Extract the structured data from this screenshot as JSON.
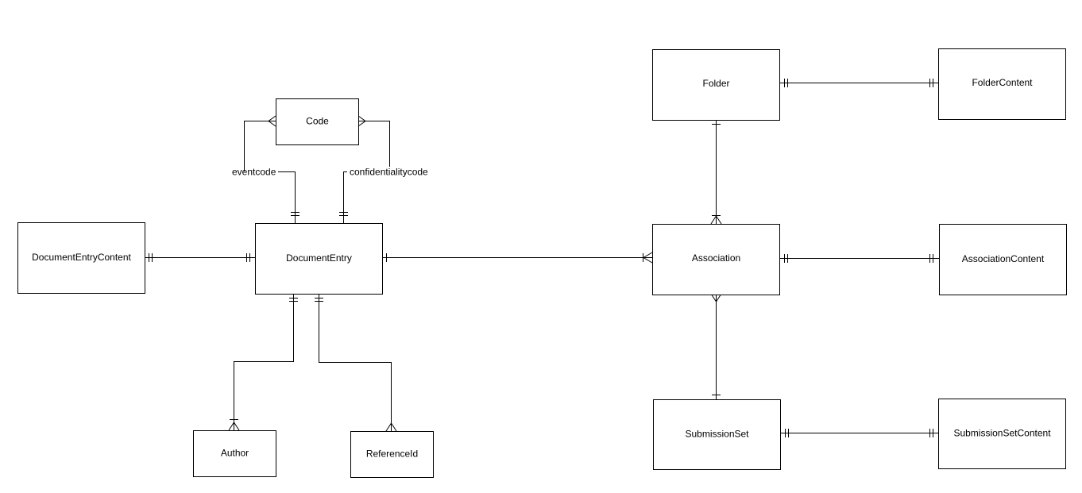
{
  "entities": {
    "code": "Code",
    "document_entry_content": "DocumentEntryContent",
    "document_entry": "DocumentEntry",
    "author": "Author",
    "reference_id": "ReferenceId",
    "folder": "Folder",
    "folder_content": "FolderContent",
    "association": "Association",
    "association_content": "AssociationContent",
    "submission_set": "SubmissionSet",
    "submission_set_content": "SubmissionSetContent"
  },
  "relationship_labels": {
    "eventcode": "eventcode",
    "confidentialitycode": "confidentialitycode"
  }
}
